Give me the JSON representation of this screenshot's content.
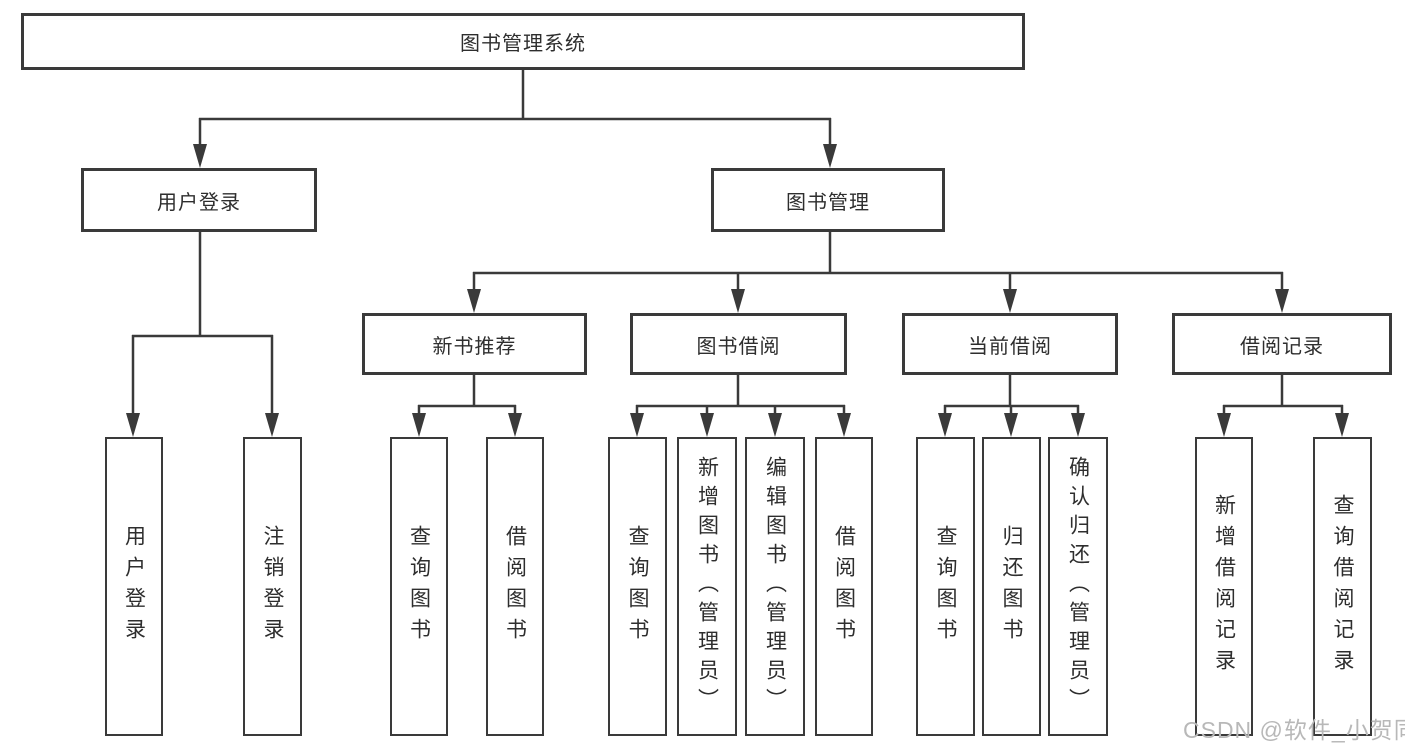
{
  "diagram": {
    "type": "hierarchy-tree",
    "watermark": "CSDN @软件_小贺同学",
    "colors": {
      "line": "#3a3a3a",
      "box_border": "#3a3a3a",
      "text": "#2e2e2e",
      "watermark_text": "#b8b8b8",
      "background": "#ffffff"
    },
    "nodes": {
      "root": {
        "label": "图书管理系统"
      },
      "level1": [
        {
          "label": "用户登录"
        },
        {
          "label": "图书管理"
        }
      ],
      "level2": [
        {
          "label": "新书推荐",
          "parent": "图书管理"
        },
        {
          "label": "图书借阅",
          "parent": "图书管理"
        },
        {
          "label": "当前借阅",
          "parent": "图书管理"
        },
        {
          "label": "借阅记录",
          "parent": "图书管理"
        }
      ],
      "leaves": {
        "user_login": [
          {
            "label": "用户登录"
          },
          {
            "label": "注销登录"
          }
        ],
        "new_books": [
          {
            "label": "查询图书"
          },
          {
            "label": "借阅图书"
          }
        ],
        "book_borrow": [
          {
            "label": "查询图书"
          },
          {
            "label": "新增图书（管理员）"
          },
          {
            "label": "编辑图书（管理员）"
          },
          {
            "label": "借阅图书"
          }
        ],
        "current_borrow": [
          {
            "label": "查询图书"
          },
          {
            "label": "归还图书"
          },
          {
            "label": "确认归还（管理员）"
          }
        ],
        "borrow_records": [
          {
            "label": "新增借阅记录"
          },
          {
            "label": "查询借阅记录"
          }
        ]
      }
    }
  }
}
